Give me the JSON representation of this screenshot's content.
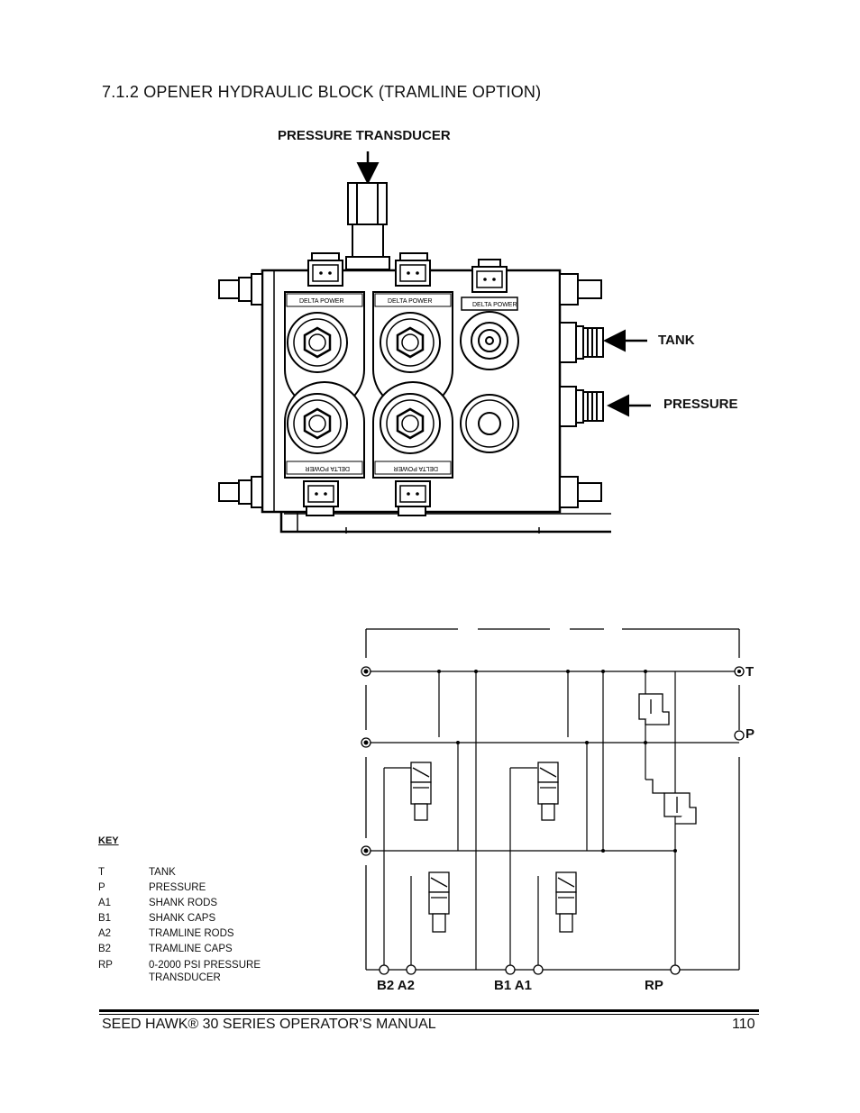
{
  "section": {
    "title": "7.1.2  OPENER HYDRAULIC BLOCK (TRAMLINE OPTION)"
  },
  "callouts": {
    "transducer": "PRESSURE TRANSDUCER",
    "tank": "TANK",
    "pressure": "PRESSURE"
  },
  "valve_labels": {
    "stamp": "DELTA POWER"
  },
  "key": {
    "heading": "KEY",
    "rows": [
      {
        "code": "T",
        "desc": "TANK"
      },
      {
        "code": "P",
        "desc": "PRESSURE"
      },
      {
        "code": "A1",
        "desc": "SHANK RODS"
      },
      {
        "code": "B1",
        "desc": "SHANK CAPS"
      },
      {
        "code": "A2",
        "desc": "TRAMLINE RODS"
      },
      {
        "code": "B2",
        "desc": "TRAMLINE CAPS"
      },
      {
        "code": "RP",
        "desc": "0-2000 PSI PRESSURE TRANSDUCER"
      }
    ]
  },
  "schematic_ports": {
    "t": "T",
    "p": "P",
    "b2a2": "B2  A2",
    "b1a1": "B1  A1",
    "rp": "RP"
  },
  "footer": {
    "manual": "SEED HAWK® 30 SERIES OPERATOR’S MANUAL",
    "page": "110"
  }
}
